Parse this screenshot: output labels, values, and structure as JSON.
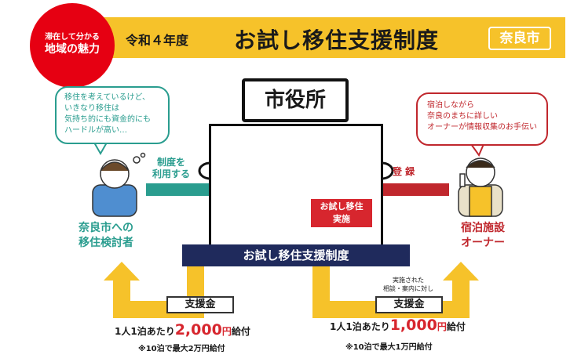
{
  "header": {
    "badge_sub": "滞在して分かる",
    "badge_main": "地域の魅力",
    "year": "令和４年度",
    "title": "お試し移住支援制度",
    "city": "奈良市"
  },
  "left_bubble": {
    "lines": [
      "移住を考えているけど、",
      "いきなり移住は",
      "気持ち的にも資金的にも",
      "ハードルが高い…"
    ]
  },
  "right_bubble": {
    "lines": [
      "宿泊しながら",
      "奈良のまちに詳しい",
      "オーナーが情報収集のお手伝い"
    ]
  },
  "center": {
    "hall": "市役所",
    "trial_line1": "お試し移住",
    "trial_line2": "実施",
    "system_bar": "お試し移住支援制度"
  },
  "flow": {
    "use_line1": "制度を",
    "use_line2": "利用する",
    "register": "登 録"
  },
  "persons": {
    "left_line1": "奈良市への",
    "left_line2": "移住検討者",
    "right_line1": "宿泊施設",
    "right_line2": "オーナー"
  },
  "subsidy_left": {
    "tag": "支援金",
    "prefix": "1人1泊あたり",
    "amount": "2,000",
    "unit": "円",
    "suffix": "給付",
    "note": "※10泊で最大2万円給付"
  },
  "subsidy_right": {
    "impl_line1": "実施された",
    "impl_line2": "相談・案内に対し",
    "tag": "支援金",
    "prefix": "1人1泊あたり",
    "amount": "1,000",
    "unit": "円",
    "suffix": "給付",
    "note": "※10泊で最大1万円給付"
  },
  "colors": {
    "header": "#f6c22a",
    "badge": "#e60012",
    "teal": "#2a9d8f",
    "red": "#c0272d",
    "navy": "#1f2a5c"
  }
}
